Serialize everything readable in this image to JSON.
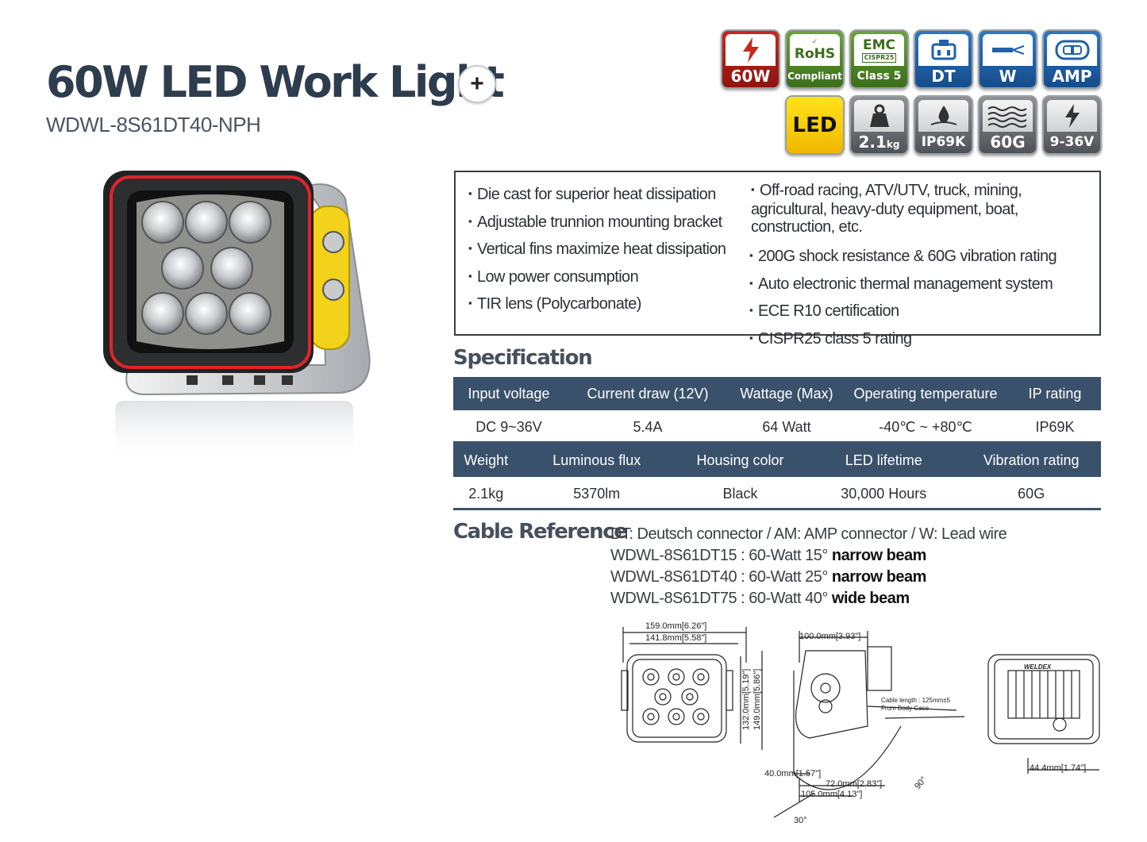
{
  "header": {
    "title": "60W LED Work Light",
    "model": "WDWL-8S61DT40-NPH",
    "plus_symbol": "+"
  },
  "badges": [
    {
      "label": "60W",
      "style": "red"
    },
    {
      "label": "RoHS",
      "sub": "Compliant",
      "style": "green"
    },
    {
      "label": "EMC",
      "tag": "CISPR25",
      "sub": "Class 5",
      "style": "green"
    },
    {
      "label": "DT",
      "style": "blue"
    },
    {
      "label": "W",
      "style": "blue"
    },
    {
      "label": "AMP",
      "style": "blue"
    },
    {
      "label": "LED",
      "style": "yellow"
    },
    {
      "label": "2.1",
      "unit": "kg",
      "style": "gray"
    },
    {
      "label": "IP69K",
      "style": "gray"
    },
    {
      "label": "60G",
      "style": "gray"
    },
    {
      "label": "9-36V",
      "style": "gray"
    }
  ],
  "features": {
    "left": [
      "Die cast for superior heat dissipation",
      "Adjustable trunnion mounting bracket",
      "Vertical fins maximize heat dissipation",
      "Low power consumption",
      "TIR lens (Polycarbonate)"
    ],
    "right": [
      "Off-road racing, ATV/UTV, truck, mining, agricultural, heavy-duty equipment, boat, construction, etc.",
      "200G shock resistance & 60G vibration rating",
      "Auto electronic thermal management system",
      "ECE R10 certification",
      "CISPR25 class 5 rating"
    ]
  },
  "specification": {
    "heading": "Specification",
    "table1": {
      "headers": [
        "Input voltage",
        "Current draw (12V)",
        "Wattage (Max)",
        "Operating temperature",
        "IP rating"
      ],
      "values": [
        "DC 9~36V",
        "5.4A",
        "64 Watt",
        "-40℃ ~ +80℃",
        "IP69K"
      ]
    },
    "table2": {
      "headers": [
        "Weight",
        "Luminous flux",
        "Housing color",
        "LED lifetime",
        "Vibration rating"
      ],
      "values": [
        "2.1kg",
        "5370lm",
        "Black",
        "30,000 Hours",
        "60G"
      ]
    }
  },
  "cable": {
    "heading": "Cable Reference",
    "legend": "DT: Deutsch connector / AM: AMP connector / W: Lead wire",
    "lines": [
      {
        "prefix": "WDWL-8S61DT15 : 60-Watt 15° ",
        "bold": "narrow beam"
      },
      {
        "prefix": "WDWL-8S61DT40 : 60-Watt 25° ",
        "bold": "narrow beam"
      },
      {
        "prefix": "WDWL-8S61DT75 : 60-Watt 40° ",
        "bold": "wide beam"
      }
    ]
  },
  "drawing": {
    "front_width_outer": "159.0mm[6.26\"]",
    "front_width_inner": "141.8mm[5.58\"]",
    "front_height_inner": "132.0mm[5.19\"]",
    "front_height_outer": "149.0mm[5.86\"]",
    "side_depth": "100.0mm[3.93\"]",
    "cable_note_1": "Cable length : 125mm±5",
    "cable_note_2": "From Body Case",
    "base_40": "40.0mm[1.57\"]",
    "base_72": "72.0mm[2.83\"]",
    "base_105": "105.0mm[4.13\"]",
    "angle_90": "90°",
    "angle_30": "30°",
    "rear_44": "44.4mm[1.74\"]",
    "rear_brand": "WELDEX"
  },
  "colors": {
    "title": "#2e3d4e",
    "table_header": "#3a516b",
    "badge_red": "#b3221a",
    "badge_green": "#5a9230",
    "badge_blue": "#1f62ab",
    "badge_gray": "#6c7074",
    "badge_yellow": "#f7cc00",
    "accent_red": "#e0242a"
  }
}
